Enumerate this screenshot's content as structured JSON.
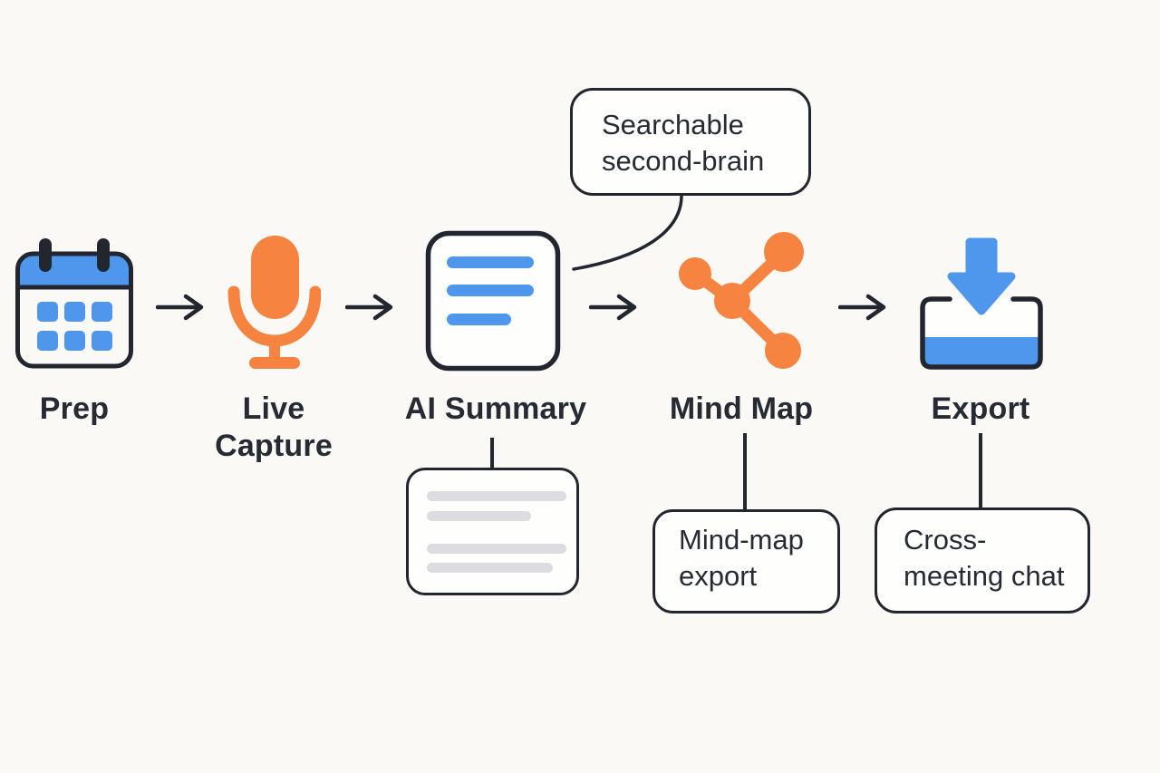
{
  "title": "Meeting workflow diagram",
  "colors": {
    "bg": "#FAF9F6",
    "card": "#FEFEFD",
    "ink": "#22262E",
    "text": "#262A33",
    "blue": "#4E97ED",
    "orange": "#F6833F",
    "gray": "#DCDCE1"
  },
  "steps": [
    {
      "label": "Prep",
      "icon": "calendar-icon"
    },
    {
      "label": "Live\nCapture",
      "icon": "microphone-icon"
    },
    {
      "label": "AI Summary",
      "icon": "summary-document-icon"
    },
    {
      "label": "Mind Map",
      "icon": "mind-map-network-icon"
    },
    {
      "label": "Export",
      "icon": "download-tray-icon"
    }
  ],
  "arrow_icon": "arrow-right-icon",
  "arrow_count": 4,
  "callouts": {
    "second_brain": {
      "text": "Searchable\nsecond-brain",
      "attached_to": "AI Summary"
    },
    "summary_preview": {
      "type": "placeholder-text-lines",
      "line_count": 4,
      "attached_to": "AI Summary"
    },
    "mindmap_export": {
      "text": "Mind-map\nexport",
      "attached_to": "Mind Map"
    },
    "cross_meeting": {
      "text": "Cross-\nmeeting chat",
      "attached_to": "Export"
    }
  }
}
